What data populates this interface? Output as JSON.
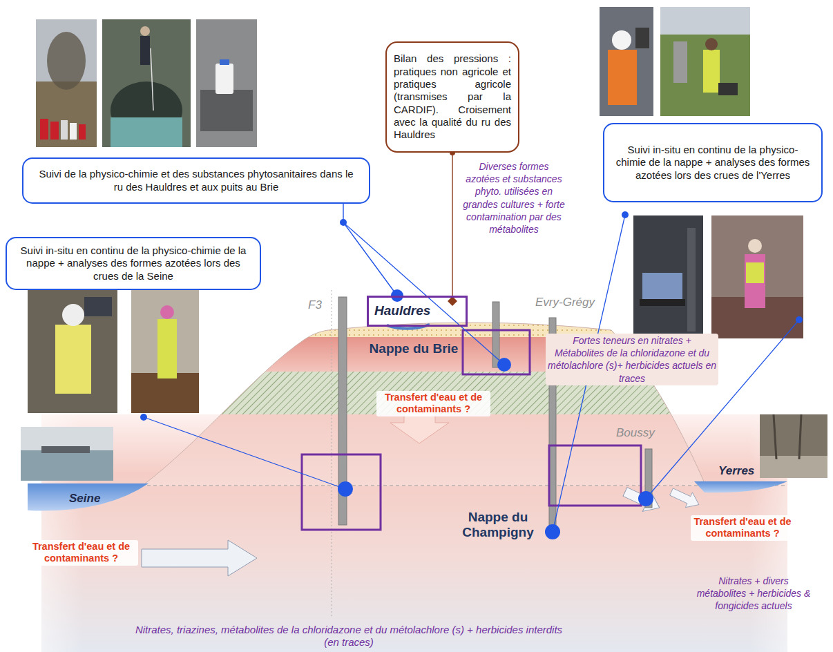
{
  "diagram": {
    "nodes": [
      {
        "text": [
          "Bilan des pressions : pratiques non agricole et pratiques agricole (transmises par la CARDIF). Croisement avec la qualité du ru des Hauldres"
        ]
      },
      {
        "text": [
          "Suivi in-situ en continu de la physico-chimie de la nappe + analyses des formes azotées lors des crues de l'Yerres"
        ]
      },
      {
        "text": [
          "Suivi de la physico-chimie et des substances phytosanitaires dans le ru des Hauldres et aux puits au Brie"
        ]
      },
      {
        "text": [
          "Suivi in-situ en continu de la physico-chimie de la nappe + analyses des formes azotées lors des crues de la Seine"
        ]
      },
      {
        "text": [
          "Hauldres"
        ]
      }
    ],
    "edges": [
      {
        "from": 0,
        "to": 4,
        "arrow": "none"
      },
      {
        "from": 2,
        "to": 4,
        "arrow": "none"
      }
    ],
    "labels": [
      "Diverses formes azotées et substances phyto. utilisées en grandes cultures + forte contamination par des métabolites",
      "F3",
      "Evry-Grégy",
      "Nappe du Brie",
      "Fortes teneurs en nitrates + Métabolites de la chloridazone et du métolachlore (s)+ herbicides actuels en traces",
      "Transfert d'eau et de contaminants ?",
      "Boussy",
      "Yerres",
      "Seine",
      "Nappe du Champigny",
      "Transfert d'eau et de contaminants ?",
      "Transfert d'eau et de contaminants ?",
      "Nitrates + divers métabolites + herbicides & fongicides actuels",
      "Nitrates, triazines, métabolites de la chloridazone et du métolachlore (s) + herbicides interdits (en traces)"
    ]
  }
}
